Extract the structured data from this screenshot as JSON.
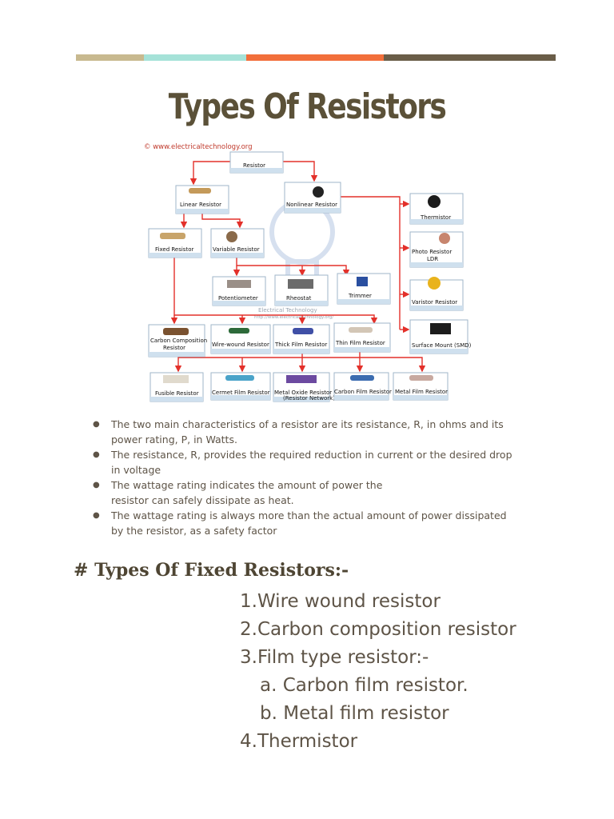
{
  "colors": {
    "bar": [
      "#c8b98f",
      "#a5e2d8",
      "#f26f3b",
      "#6a5d48"
    ],
    "title": "#5b5138",
    "text": "#5e5447",
    "diagram_arrow": "#e3302a"
  },
  "title": "Types Of Resistors",
  "diagram": {
    "watermark": "© www.electricaltechnology.org",
    "watermark_center": "Electrical Technology",
    "watermark_url": "http://www.electricaltechnology.org/",
    "nodes": {
      "resistor": "Resistor",
      "linear": "Linear Resistor",
      "nonlinear": "Nonlinear Resistor",
      "thermistor": "Thermistor",
      "fixed": "Fixed Resistor",
      "variable": "Variable Resistor",
      "photo": "Photo Resistor",
      "photo2": "LDR",
      "potentiometer": "Potentiometer",
      "rheostat": "Rheostat",
      "trimmer": "Trimmer",
      "varistor": "Varistor Resistor",
      "carbon_comp1": "Carbon Composition",
      "carbon_comp2": "Resistor",
      "wire_wound": "Wire-wound Resistor",
      "thick_film": "Thick Film Resistor",
      "thin_film": "Thin Film Resistor",
      "smd": "Surface Mount (SMD)",
      "fusible": "Fusible Resistor",
      "cermet": "Cermet Film Resistor",
      "metal_oxide": "Metal Oxide Resistor",
      "metal_oxide_sub": "(Resistor Network)",
      "carbon_film": "Carbon Film Resistor",
      "metal_film": "Metal Film Resistor"
    }
  },
  "bullets": [
    {
      "line1": "The two main characteristics of a resistor are its resistance, R, in ohms and its",
      "line2": "power rating, P, in Watts."
    },
    {
      "line1": "The resistance, R, provides the required reduction in current or the desired drop",
      "line2": "in voltage"
    },
    {
      "line1": "The wattage rating indicates the amount of power the",
      "line2": "resistor can safely dissipate as heat."
    },
    {
      "line1": "The wattage rating is always more than the actual amount of power dissipated",
      "line2": "by the resistor, as a safety factor"
    }
  ],
  "fixed_heading": "# Types Of Fixed Resistors:-",
  "fixed_list": [
    {
      "text": "1.Wire wound resistor",
      "sub": false
    },
    {
      "text": "2.Carbon composition resistor",
      "sub": false
    },
    {
      "text": "3.Film type resistor:-",
      "sub": false
    },
    {
      "text": "a. Carbon film resistor.",
      "sub": true
    },
    {
      "text": "b. Metal film resistor",
      "sub": true
    },
    {
      "text": "4.Thermistor",
      "sub": false
    }
  ]
}
